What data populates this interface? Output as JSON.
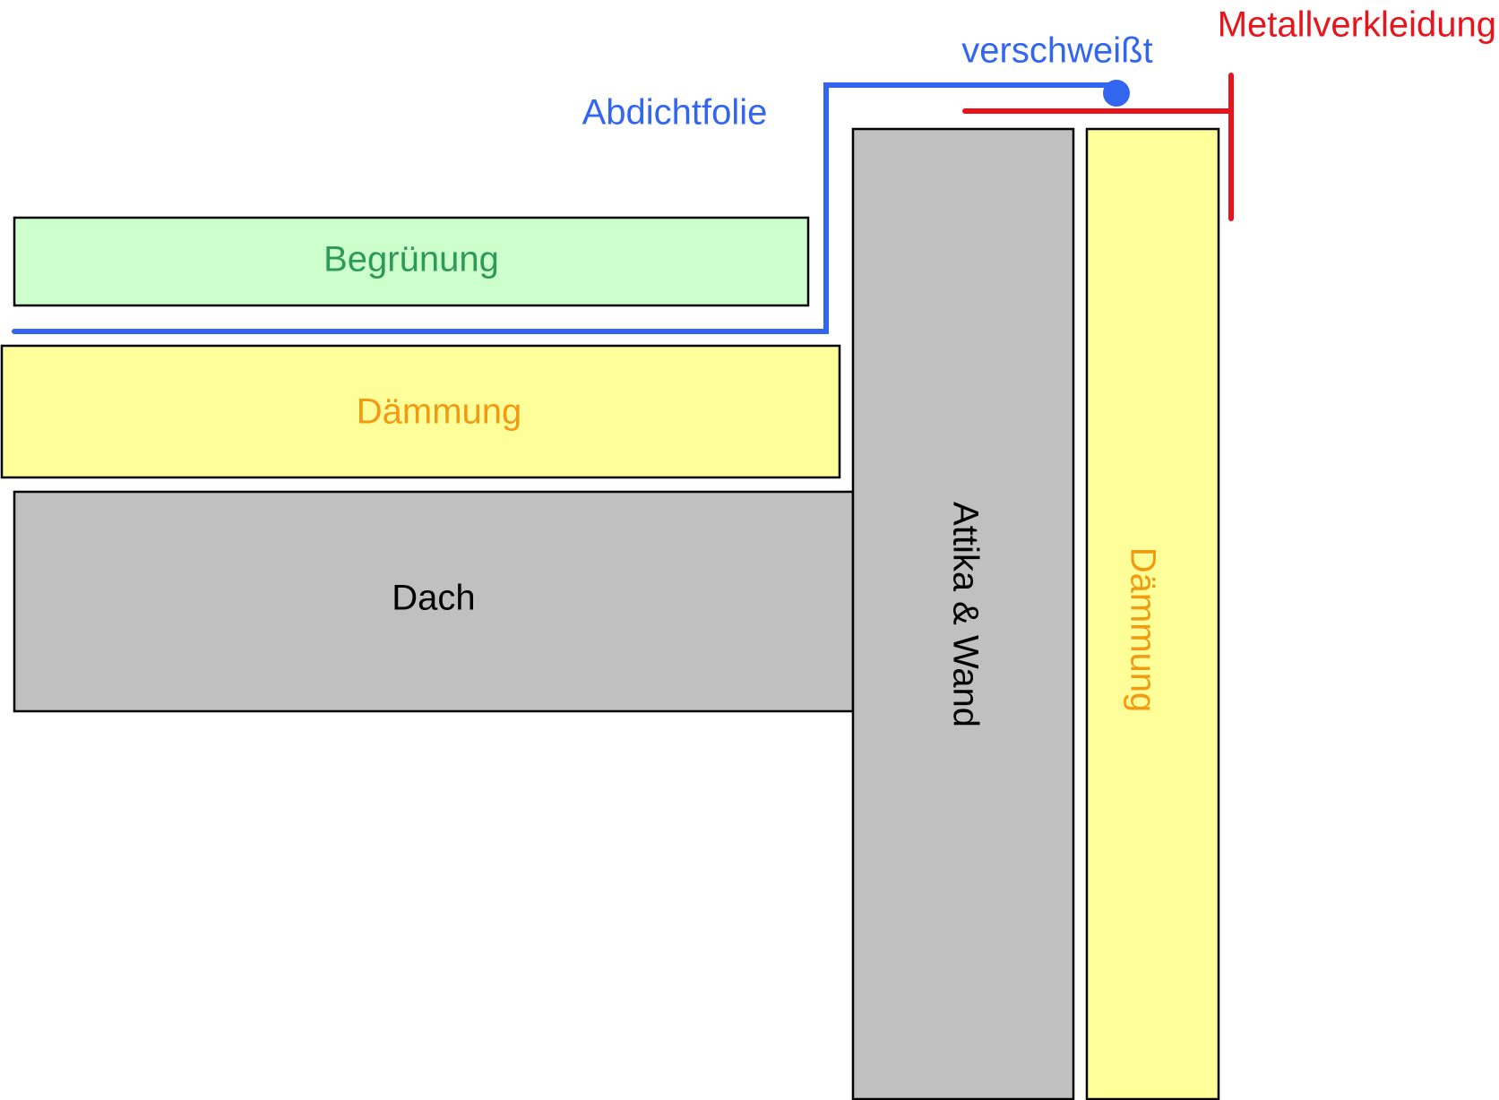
{
  "labels": {
    "begruenung": "Begrünung",
    "daemmung_roof": "Dämmung",
    "dach": "Dach",
    "attika": "Attika & Wand",
    "daemmung_wall": "Dämmung",
    "abdichtfolie": "Abdichtfolie",
    "verschweisst": "verschweißt",
    "metallverkleidung": "Metallverkleidung"
  },
  "colors": {
    "green_fill": "#ccffcc",
    "green_text": "#2e9a5a",
    "yellow_fill": "#ffff99",
    "orange_text": "#f29a12",
    "gray_fill": "#c0c0c0",
    "blue": "#3366f0",
    "red": "#e8141c",
    "black": "#000000"
  }
}
